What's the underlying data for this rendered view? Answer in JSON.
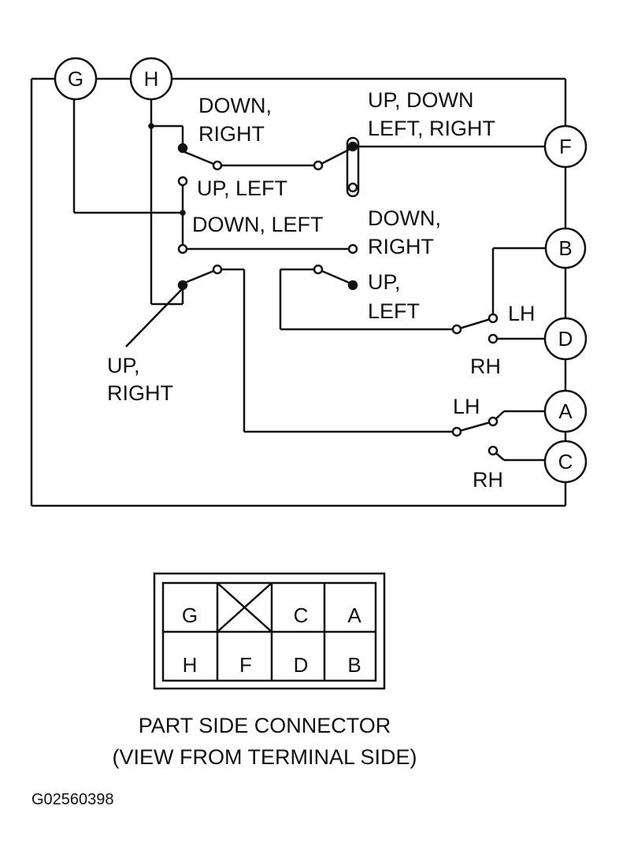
{
  "terminals": {
    "g": "G",
    "h": "H",
    "f": "F",
    "b": "B",
    "d": "D",
    "a": "A",
    "c": "C"
  },
  "labels": {
    "down_right_top": [
      "DOWN,",
      "RIGHT"
    ],
    "up_down_left_right": [
      "UP, DOWN",
      "LEFT, RIGHT"
    ],
    "up_left_top": "UP, LEFT",
    "down_left": "DOWN, LEFT",
    "down_right_mid": [
      "DOWN,",
      "RIGHT"
    ],
    "up_left_mid": [
      "UP,",
      "LEFT"
    ],
    "up_right": [
      "UP,",
      "RIGHT"
    ],
    "lh_upper": "LH",
    "rh_upper": "RH",
    "lh_lower": "LH",
    "rh_lower": "RH"
  },
  "connector": {
    "top_row": [
      "G",
      "",
      "C",
      "A"
    ],
    "bottom_row": [
      "H",
      "F",
      "D",
      "B"
    ],
    "blank_cell_marker": "X",
    "caption_line1": "PART SIDE CONNECTOR",
    "caption_line2": "(VIEW FROM TERMINAL SIDE)"
  },
  "figure_id": "G02560398",
  "colors": {
    "ink": "#111111",
    "background": "#ffffff"
  }
}
